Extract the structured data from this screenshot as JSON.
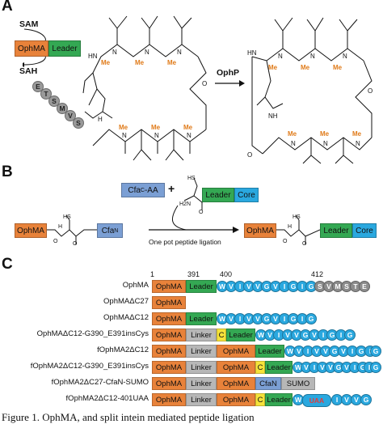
{
  "panels": {
    "a": "A",
    "b": "B",
    "c": "C"
  },
  "panel_a": {
    "sam": "SAM",
    "sah": "SAH",
    "ophma": "OphMA",
    "leader": "Leader",
    "core_letters": [
      "E",
      "T",
      "S",
      "M",
      "V",
      "S"
    ],
    "arrow_label": "OphP",
    "me": "Me",
    "n": "N",
    "o": "O",
    "hn": "HN",
    "h": "H",
    "nh": "NH"
  },
  "panel_b": {
    "cfac_aa": "CfaC-AA",
    "cfac_base": "Cfa",
    "cfac_sup": "C",
    "cfac_rest": "-AA",
    "plus": "+",
    "leader": "Leader",
    "core": "Core",
    "ophma": "OphMA",
    "cfan_base": "Cfa",
    "cfan_sup": "N",
    "arrow_label": "One pot peptide ligation",
    "hs": "HS",
    "h2n": "H2N",
    "o": "O",
    "h": "H",
    "n": "N"
  },
  "panel_c": {
    "positions": [
      "1",
      "391",
      "400",
      "412"
    ],
    "rows": [
      {
        "label": "OphMA"
      },
      {
        "label": "OphMAΔC27"
      },
      {
        "label": "OphMAΔC12"
      },
      {
        "label": "OphMAΔC12-G390_E391insCys"
      },
      {
        "label": "fOphMA2ΔC12"
      },
      {
        "label": "fOphMA2ΔC12-G390_E391insCys"
      },
      {
        "label": "fOphMA2ΔC27-CfaN-SUMO"
      },
      {
        "label": "fOphMA2ΔC12-401UAA"
      }
    ],
    "seg_ophma": "OphMA",
    "seg_leader": "Leader",
    "seg_linker": "Linker",
    "seg_c": "C",
    "seg_cfan": "CfaN",
    "seg_sumo": "SUMO",
    "seg_uaa": "UAA",
    "seg_w": "W",
    "core_seq": [
      "W",
      "V",
      "I",
      "V",
      "V",
      "G",
      "V",
      "I",
      "G",
      "I",
      "G"
    ],
    "tail_seq": [
      "S",
      "V",
      "M",
      "S",
      "T",
      "E"
    ],
    "uaa_tail": [
      "I",
      "V",
      "V",
      "G"
    ]
  },
  "caption": "Figure 1. OphMA, and split intein mediated peptide ligation",
  "colors": {
    "ophma": "#e8823a",
    "leader": "#34a853",
    "core": "#2aa8df",
    "linker": "#b7b7b7",
    "cfa": "#7b9fd4",
    "c_ins": "#f5e23a",
    "tail": "#8c8c8c",
    "me": "#e07b1a",
    "uaa": "#e23c3c"
  }
}
